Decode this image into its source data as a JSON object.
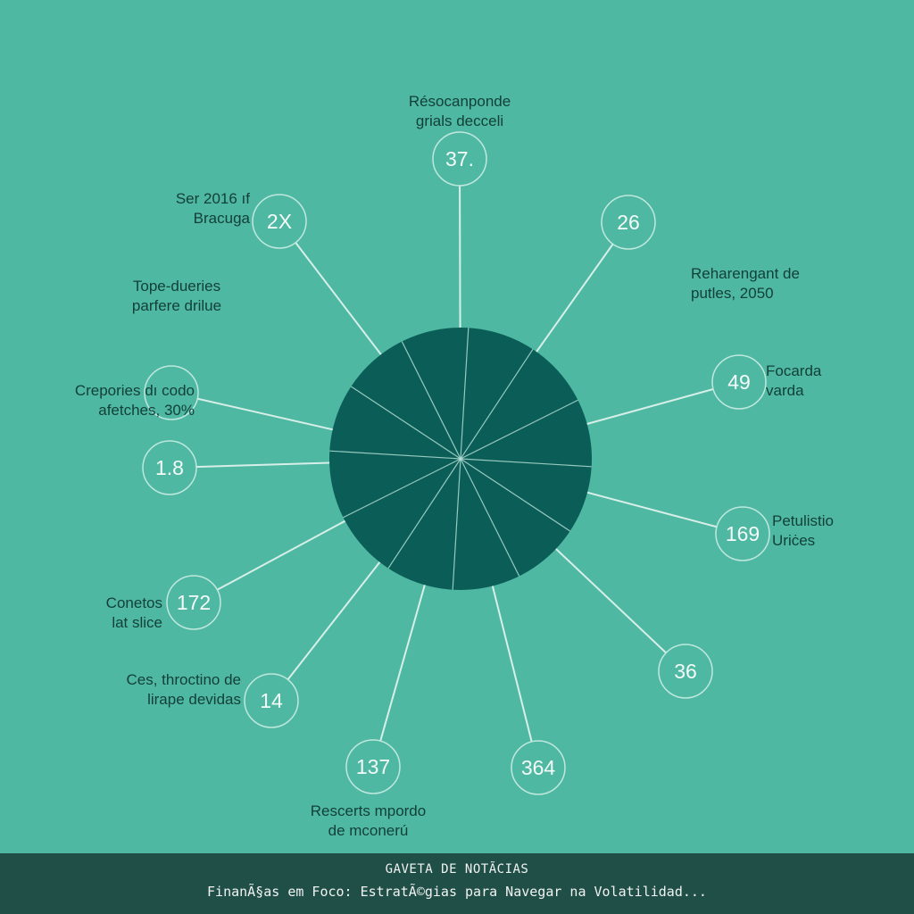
{
  "center": {
    "color": "#0b5e57",
    "spokes": 12
  },
  "nodes": [
    {
      "id": "n37",
      "value": "37.",
      "label": [
        "Résocanponde",
        "grials decceli"
      ],
      "label_side": "top"
    },
    {
      "id": "n26",
      "value": "26",
      "label": [],
      "label_side": "none"
    },
    {
      "id": "n49",
      "value": "49",
      "label": [
        "Focarda",
        "varda"
      ],
      "label_side": "right"
    },
    {
      "id": "n169",
      "value": "169",
      "label": [
        "Petulistio",
        "Uriċes"
      ],
      "label_side": "right"
    },
    {
      "id": "n36",
      "value": "36",
      "label": [],
      "label_side": "none"
    },
    {
      "id": "n364",
      "value": "364",
      "label": [],
      "label_side": "none"
    },
    {
      "id": "n137",
      "value": "137",
      "label": [
        "Rescerts mpordo",
        "de mconerú"
      ],
      "label_side": "bottom"
    },
    {
      "id": "n14",
      "value": "14",
      "label": [
        "Ces, throctino de",
        "lirape devidas"
      ],
      "label_side": "left"
    },
    {
      "id": "n172",
      "value": "172",
      "label": [
        "Conetos",
        "lat slice"
      ],
      "label_side": "left"
    },
    {
      "id": "n18",
      "value": "1.8",
      "label": [],
      "label_side": "none"
    },
    {
      "id": "n30",
      "value": "",
      "label": [
        "Crepories dı codo",
        "afetches, 30%"
      ],
      "label_side": "left"
    },
    {
      "id": "n2x",
      "value": "2X",
      "label": [
        "Ser 2016 ıf",
        "Bracuga"
      ],
      "label_side": "left"
    }
  ],
  "floating_labels": [
    {
      "id": "reharengant",
      "lines": [
        "Reharengant de",
        "putles, 2050"
      ]
    },
    {
      "id": "tope-dueries",
      "lines": [
        "Tope-dueries",
        "parfere drilue"
      ]
    }
  ],
  "footer": {
    "title": "GAVETA DE NOTÃ­CIAS",
    "headline": "FinanÃ§as em Foco: EstratÃ©gias para Navegar na Volatilidad..."
  },
  "colors": {
    "background": "#4fb8a2",
    "disc": "#0b5e57",
    "line": "#e6f6f1",
    "text": "#123f38",
    "footer_bg": "#1f4f47"
  }
}
